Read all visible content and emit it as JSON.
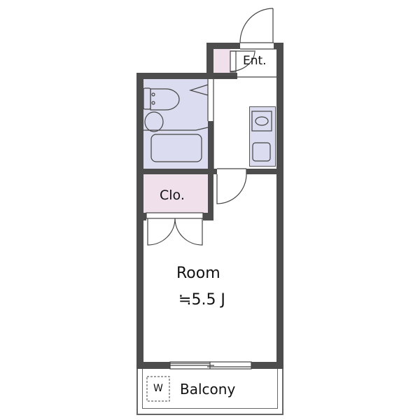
{
  "floorplan": {
    "rooms": {
      "entrance": {
        "label": "Ent."
      },
      "closet": {
        "label": "Clo."
      },
      "room": {
        "label": "Room",
        "area": "≒5.5 J"
      },
      "balcony": {
        "label": "Balcony"
      },
      "washer": {
        "label": "W"
      }
    },
    "colors": {
      "wall": "#4d4d4d",
      "bath": "#dcdcf0",
      "closet": "#f0e0ec",
      "kitchen": "#dcdcf0",
      "line": "#555555"
    }
  }
}
